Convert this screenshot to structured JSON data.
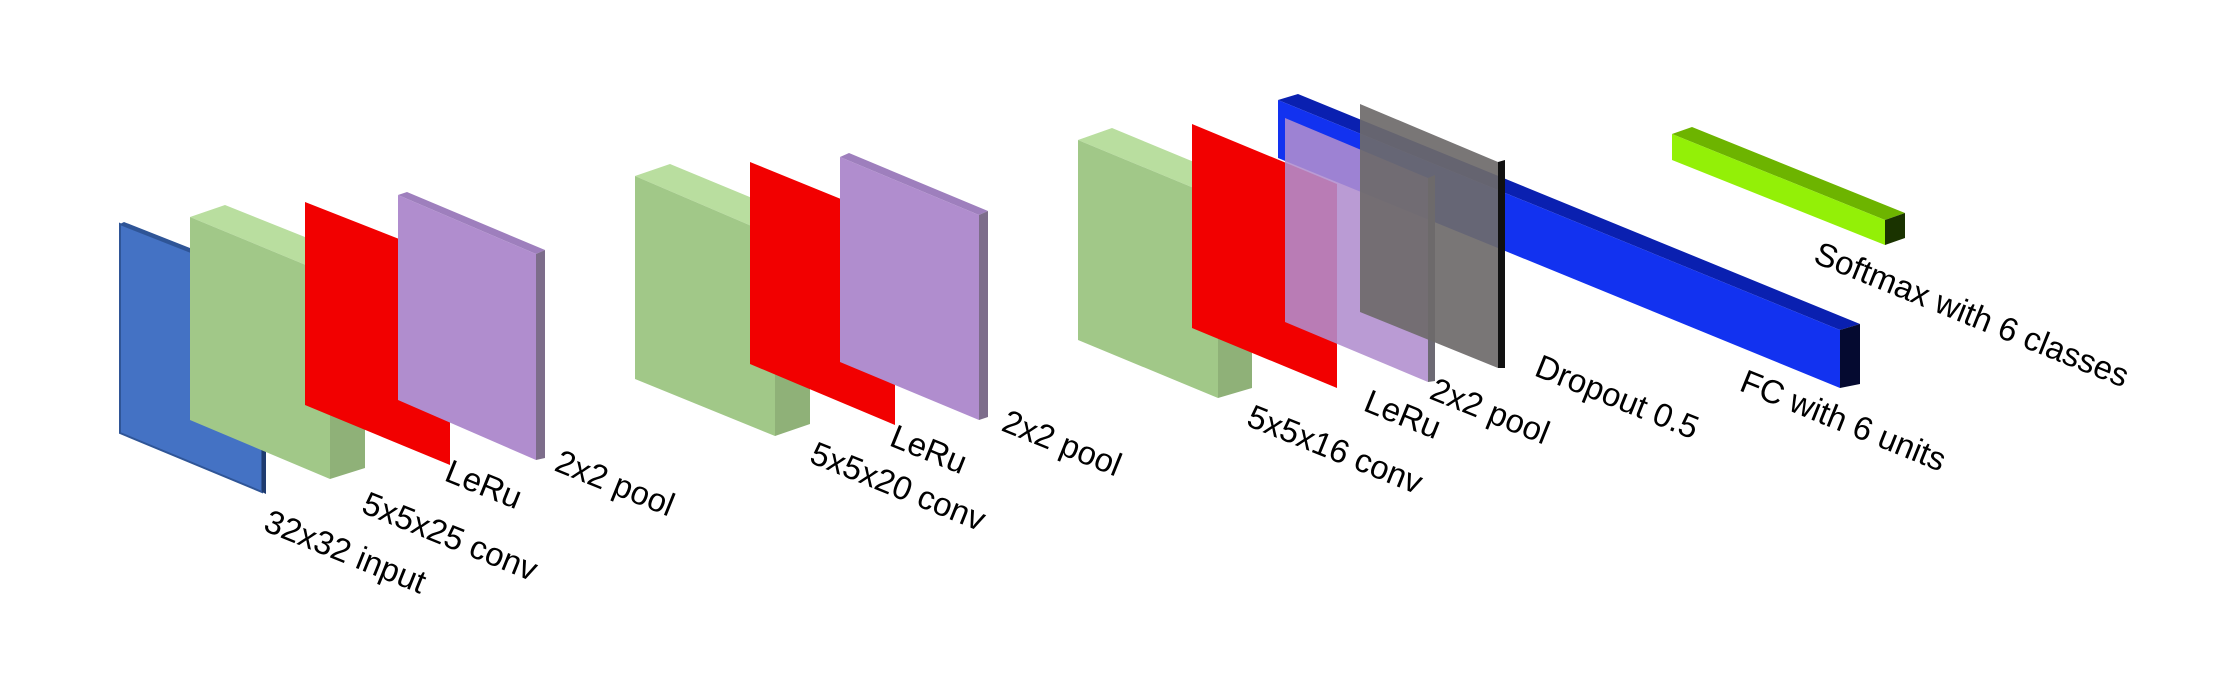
{
  "diagram": {
    "labels": {
      "input": "32x32 input",
      "conv1": "5x5x25 conv",
      "relu1": "LeRu",
      "pool1": "2x2 pool",
      "conv2": "5x5x20 conv",
      "relu2": "LeRu",
      "pool2": "2x2 pool",
      "conv3": "5x5x16 conv",
      "relu3": "LeRu",
      "pool3": "2x2 pool",
      "dropout": "Dropout 0.5",
      "fc": "FC with 6 units",
      "softmax": "Softmax with 6 classes"
    },
    "colors": {
      "input": "#4472C4",
      "conv": "#A1C888",
      "relu": "#F20000",
      "pool": "#B08DCE",
      "dropout": "#6E6A6A",
      "fc": "#1232F0",
      "softmax": "#93F007"
    }
  }
}
